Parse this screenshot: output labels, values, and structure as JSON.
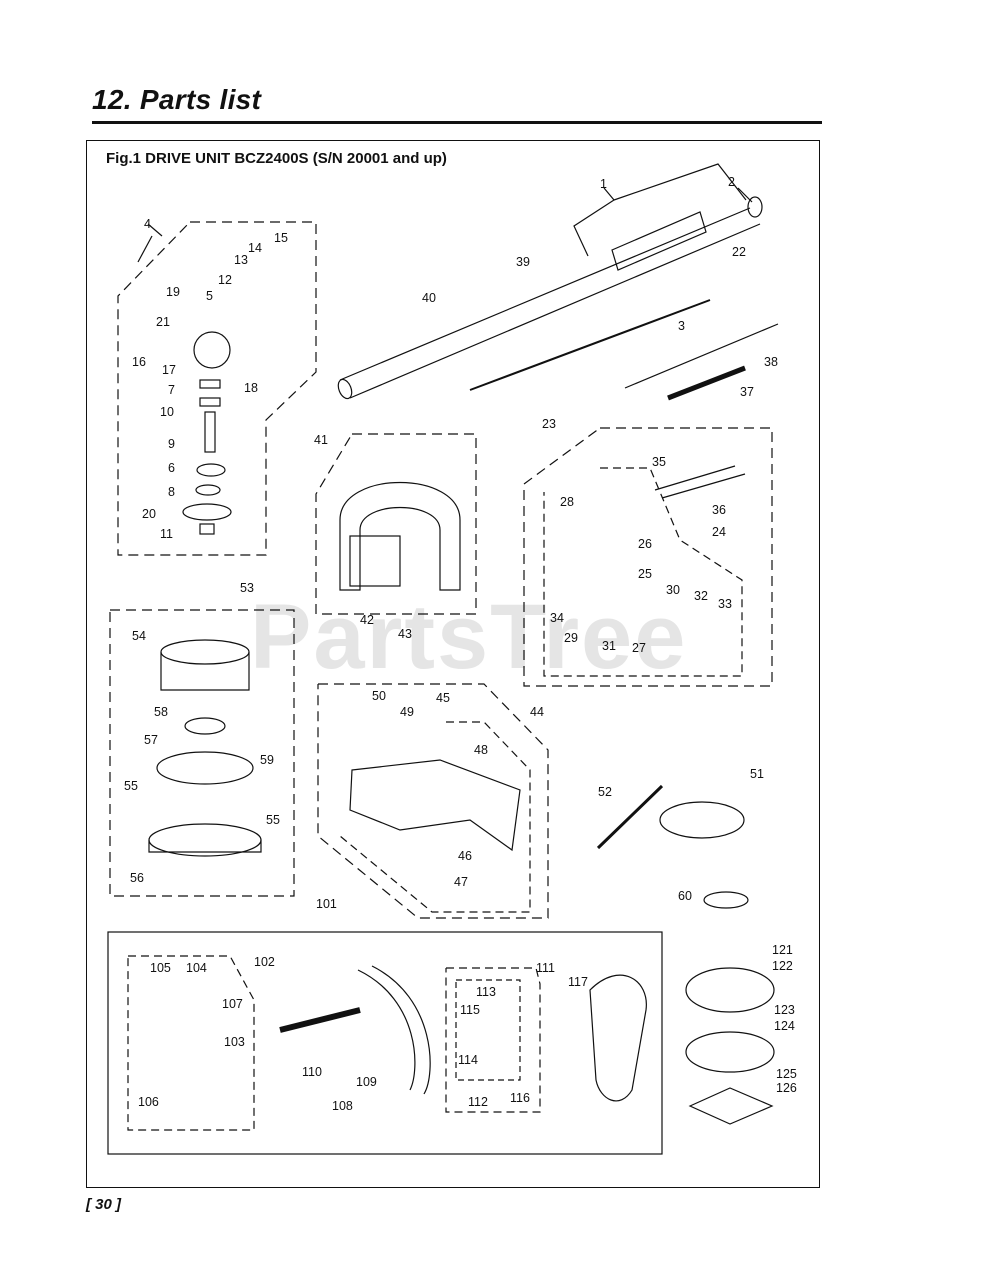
{
  "header": {
    "title": "12. Parts list"
  },
  "figure": {
    "title": "Fig.1 DRIVE UNIT  BCZ2400S  (S/N 20001 and up)"
  },
  "watermark": "PartsTree",
  "footer": {
    "page_number": "[ 30 ]"
  },
  "part_labels": [
    "1",
    "2",
    "3",
    "4",
    "5",
    "6",
    "7",
    "8",
    "9",
    "10",
    "11",
    "12",
    "13",
    "14",
    "15",
    "16",
    "17",
    "18",
    "19",
    "20",
    "21",
    "22",
    "23",
    "24",
    "25",
    "26",
    "27",
    "28",
    "29",
    "30",
    "31",
    "32",
    "33",
    "34",
    "35",
    "36",
    "37",
    "38",
    "39",
    "40",
    "41",
    "42",
    "43",
    "44",
    "45",
    "46",
    "47",
    "48",
    "49",
    "50",
    "51",
    "52",
    "53",
    "54",
    "55",
    "55",
    "56",
    "57",
    "58",
    "59",
    "60",
    "101",
    "102",
    "103",
    "104",
    "105",
    "106",
    "107",
    "108",
    "109",
    "110",
    "111",
    "112",
    "113",
    "114",
    "115",
    "116",
    "117",
    "121",
    "122",
    "123",
    "124",
    "125",
    "126"
  ]
}
